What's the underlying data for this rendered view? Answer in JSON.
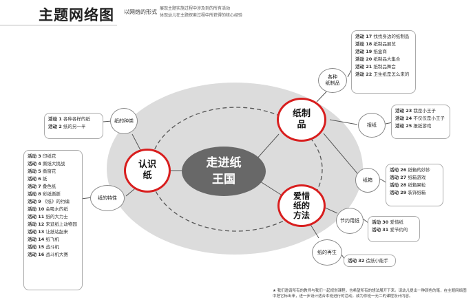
{
  "header": {
    "title": "主题网络图",
    "subtitle": "以网络的形式",
    "desc_line1": "展现主题实施过程中涉及到的所有活动",
    "desc_line2": "体现幼儿在主题探索过程中所获得的核心经验"
  },
  "center": {
    "line1": "走进纸",
    "line2": "王国"
  },
  "main_nodes": {
    "zhizhi": {
      "line1": "纸制",
      "line2": "品"
    },
    "renshi": {
      "line1": "认识",
      "line2": "纸"
    },
    "aixi": {
      "line1": "爱惜",
      "line2": "纸的",
      "line3": "方法"
    }
  },
  "sub_nodes": {
    "gezhong": {
      "line1": "各种",
      "line2": "纸制品"
    },
    "baozhi": {
      "line1": "报纸"
    },
    "zhiyang": {
      "line1": "纸的种类"
    },
    "texing": {
      "line1": "纸的特性"
    },
    "zhixiang": {
      "line1": "纸箱"
    },
    "jieyue": {
      "line1": "节约用纸"
    },
    "zaisheng": {
      "line1": "纸的再生"
    }
  },
  "activities": {
    "gezhong": [
      {
        "n": "活动 17",
        "t": "找找身边的纸制品"
      },
      {
        "n": "活动 18",
        "t": "纸制品展览"
      },
      {
        "n": "活动 19",
        "t": "纸盒商"
      },
      {
        "n": "活动 20",
        "t": "纸制品大集合"
      },
      {
        "n": "活动 21",
        "t": "纸制品舞会"
      },
      {
        "n": "活动 22",
        "t": "卫生纸是怎么来的"
      }
    ],
    "baozhi": [
      {
        "n": "活动 23",
        "t": "我是小王子"
      },
      {
        "n": "活动 24",
        "t": "不仅仅是小王子"
      },
      {
        "n": "活动 25",
        "t": "报纸游戏"
      }
    ],
    "zhiyang": [
      {
        "n": "活动 1",
        "t": "各种各样的纸"
      },
      {
        "n": "活动 2",
        "t": "纸的另一半"
      }
    ],
    "texing": [
      {
        "n": "活动 3",
        "t": "印纸花"
      },
      {
        "n": "活动 4",
        "t": "撕纸大挑战"
      },
      {
        "n": "活动 5",
        "t": "撕窗花"
      },
      {
        "n": "活动 6",
        "t": "纸"
      },
      {
        "n": "活动 7",
        "t": "叠色纸"
      },
      {
        "n": "活动 8",
        "t": "彩纸撕撕"
      },
      {
        "n": "活动 9",
        "t": "《纸》的约编"
      },
      {
        "n": "活动 10",
        "t": "会吸水的纸"
      },
      {
        "n": "活动 11",
        "t": "纸的大力士"
      },
      {
        "n": "活动 12",
        "t": "来逛纸上动物园"
      },
      {
        "n": "活动 13",
        "t": "让纸站起来"
      },
      {
        "n": "活动 14",
        "t": "纸飞机"
      },
      {
        "n": "活动 15",
        "t": "战斗机"
      },
      {
        "n": "活动 16",
        "t": "战斗机大赛"
      }
    ],
    "zhixiang": [
      {
        "n": "活动 26",
        "t": "纸箱的妙妙"
      },
      {
        "n": "活动 27",
        "t": "纸箱游戏"
      },
      {
        "n": "活动 28",
        "t": "纸箱果粒"
      },
      {
        "n": "活动 29",
        "t": "装饰纸箱"
      }
    ],
    "jieyue": [
      {
        "n": "活动 30",
        "t": "爱惜纸"
      },
      {
        "n": "活动 31",
        "t": "爱节约的"
      }
    ],
    "zaisheng": [
      {
        "n": "活动 32",
        "t": "造纸小能手"
      }
    ]
  },
  "footnote": "★ 我们邀请所有的教师与我们一起规划课程，也希望所有的想法展开下来。请幼儿提出一种颜色的笔，在主题网络图中把它标出来，进一步设计适合本班进行的活动，成为你班一无二的课程设计内容。",
  "colors": {
    "accent": "#d81e1e",
    "center": "#686868",
    "ellipse": "#dcdcdc"
  }
}
